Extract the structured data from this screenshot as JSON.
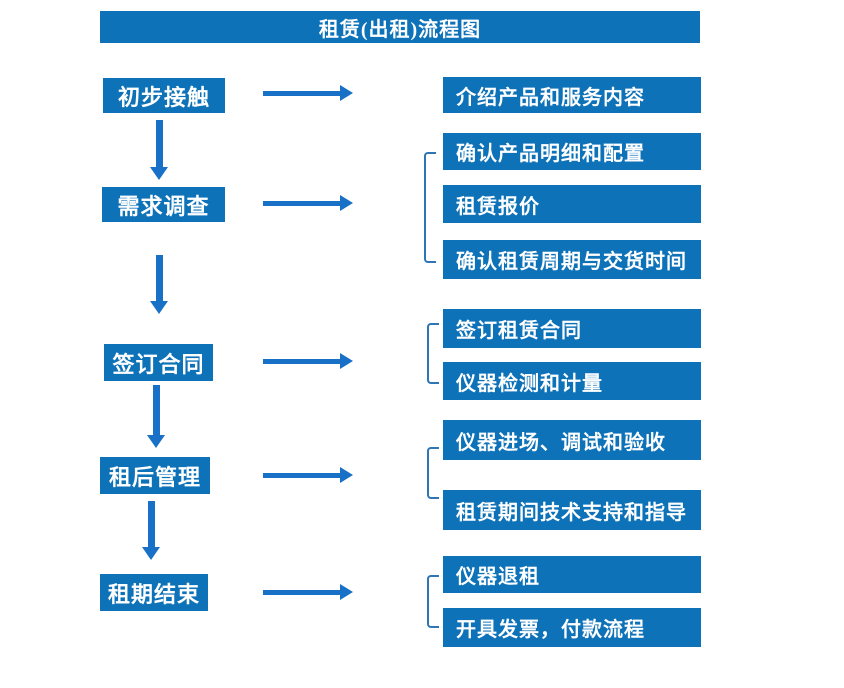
{
  "title": "租赁(出租)流程图",
  "colors": {
    "box_blue": "#0e72b8",
    "arrow_blue": "#1871c6",
    "bracket_blue": "#2e75b6",
    "text_white": "#ffffff",
    "background": "#ffffff"
  },
  "steps": [
    {
      "label": "初步接触",
      "outputs": [
        "介绍产品和服务内容"
      ]
    },
    {
      "label": "需求调查",
      "outputs": [
        "确认产品明细和配置",
        "租赁报价",
        "确认租赁周期与交货时间"
      ]
    },
    {
      "label": "签订合同",
      "outputs": [
        "签订租赁合同",
        "仪器检测和计量"
      ]
    },
    {
      "label": "租后管理",
      "outputs": [
        "仪器进场、调试和验收",
        "租赁期间技术支持和指导"
      ]
    },
    {
      "label": "租期结束",
      "outputs": [
        "仪器退租",
        "开具发票，付款流程"
      ]
    }
  ]
}
